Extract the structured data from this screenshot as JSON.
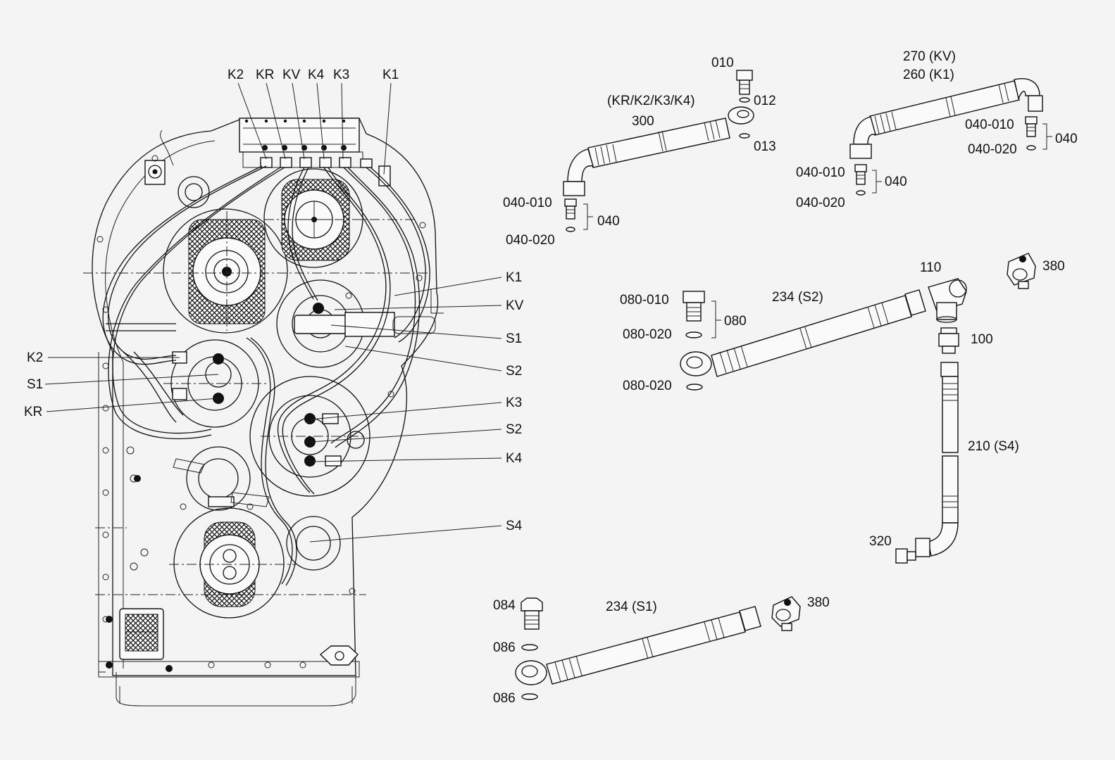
{
  "housing_callouts": {
    "top": [
      "K2",
      "KR",
      "KV",
      "K4",
      "K3",
      "K1"
    ],
    "right": [
      "K1",
      "KV",
      "S1",
      "S2",
      "K3",
      "S2",
      "K4",
      "S4"
    ],
    "left": [
      "K2",
      "S1",
      "KR"
    ]
  },
  "hose_kr_k2_k3_k4": {
    "banjo_bolt": "010",
    "seal_upper": "012",
    "seal_lower": "013",
    "hose_group": "(KR/K2/K3/K4)",
    "hose": "300",
    "fitting_group": "040",
    "fitting": "040-010",
    "fitting_seal": "040-020"
  },
  "hose_kv_k1": {
    "hose_kv": "270 (KV)",
    "hose_k1": "260 (K1)",
    "right_fitting": "040-010",
    "right_fitting_seal": "040-020",
    "right_fitting_group": "040",
    "left_fitting": "040-010",
    "left_fitting_seal": "040-020",
    "left_fitting_group": "040"
  },
  "hose_s2_s4": {
    "banjo_bolt": "080-010",
    "bolt_seal": "080-020",
    "bolt_group": "080",
    "lower_seal": "080-020",
    "hose_s2": "234 (S2)",
    "tee": "110",
    "valve": "380",
    "adapter": "100",
    "hose_s4": "210 (S4)",
    "elbow_fitting": "320"
  },
  "hose_s1": {
    "banjo_bolt": "084",
    "seal_upper": "086",
    "seal_lower": "086",
    "hose": "234 (S1)",
    "valve": "380"
  }
}
